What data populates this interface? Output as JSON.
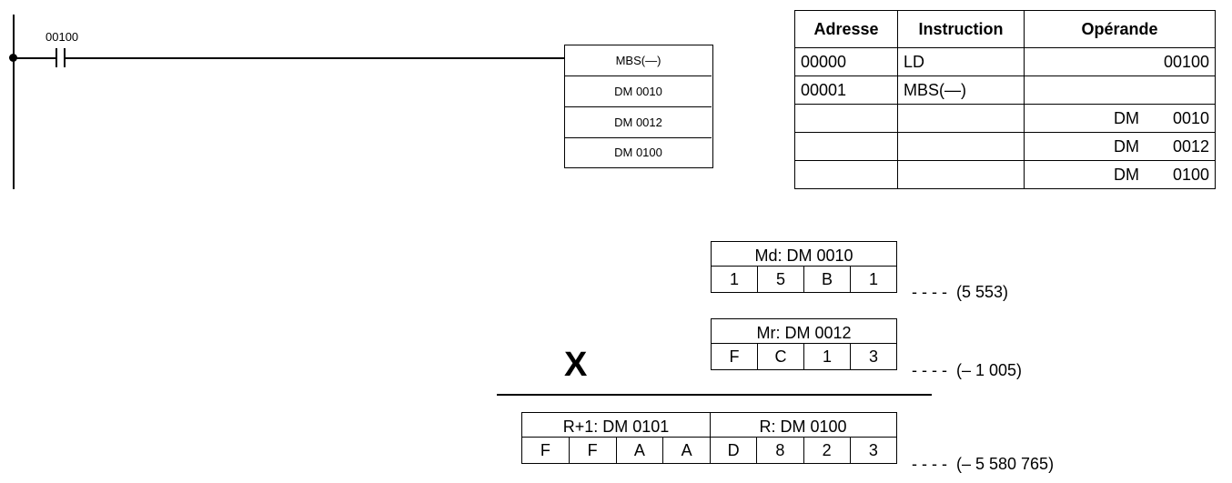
{
  "ladder": {
    "contact_label": "00100",
    "block_rows": [
      "MBS(—)",
      "DM 0010",
      "DM 0012",
      "DM 0100"
    ]
  },
  "instruction_table": {
    "headers": [
      "Adresse",
      "Instruction",
      "Opérande"
    ],
    "rows": [
      {
        "address": "00000",
        "instruction": "LD",
        "operand_area": "",
        "operand_value": "00100"
      },
      {
        "address": "00001",
        "instruction": "MBS(—)",
        "operand_area": "",
        "operand_value": ""
      },
      {
        "address": "",
        "instruction": "",
        "operand_area": "DM",
        "operand_value": "0010"
      },
      {
        "address": "",
        "instruction": "",
        "operand_area": "DM",
        "operand_value": "0012"
      },
      {
        "address": "",
        "instruction": "",
        "operand_area": "DM",
        "operand_value": "0100"
      }
    ]
  },
  "calculation": {
    "operator": "X",
    "md": {
      "label": "Md: DM 0010",
      "digits": [
        "1",
        "5",
        "B",
        "1"
      ],
      "note": "- - - -  (5 553)"
    },
    "mr": {
      "label": "Mr: DM 0012",
      "digits": [
        "F",
        "C",
        "1",
        "3"
      ],
      "note": "- - - -  (– 1 005)"
    },
    "result_high": {
      "label": "R+1: DM 0101",
      "digits": [
        "F",
        "F",
        "A",
        "A"
      ]
    },
    "result_low": {
      "label": "R: DM 0100",
      "digits": [
        "D",
        "8",
        "2",
        "3"
      ]
    },
    "result_note": "- - - -  (– 5 580 765)"
  }
}
